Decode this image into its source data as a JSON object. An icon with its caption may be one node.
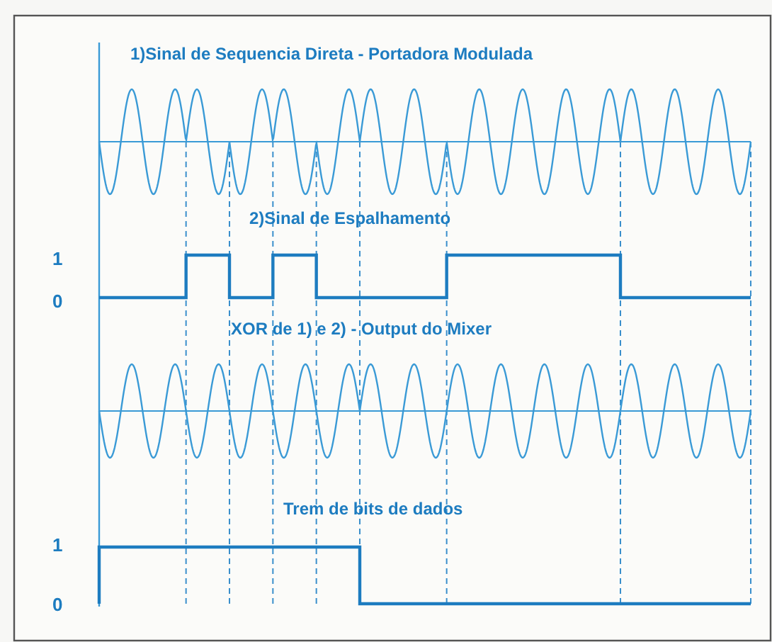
{
  "diagram": {
    "labels": [
      "1)Sinal de Sequencia Direta - Portadora Modulada",
      "2)Sinal de Espalhamento",
      "1",
      "0",
      "XOR de 1) e 2) - Output do Mixer",
      "Trem de bits de dados",
      "1",
      "0"
    ]
  }
}
